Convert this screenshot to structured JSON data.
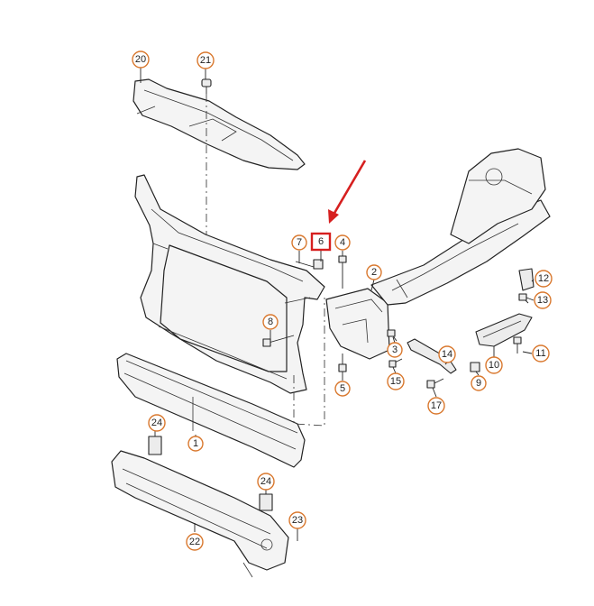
{
  "diagram": {
    "highlight": {
      "number": "6",
      "color": "#d61f1f"
    },
    "callout_color": "#d9782e",
    "callouts": [
      {
        "id": "c20",
        "text": "20"
      },
      {
        "id": "c21",
        "text": "21"
      },
      {
        "id": "c7",
        "text": "7"
      },
      {
        "id": "c4",
        "text": "4"
      },
      {
        "id": "c2",
        "text": "2"
      },
      {
        "id": "c8",
        "text": "8"
      },
      {
        "id": "c3",
        "text": "3"
      },
      {
        "id": "c14",
        "text": "14"
      },
      {
        "id": "c15",
        "text": "15"
      },
      {
        "id": "c17",
        "text": "17"
      },
      {
        "id": "c5",
        "text": "5"
      },
      {
        "id": "c9",
        "text": "9"
      },
      {
        "id": "c10",
        "text": "10"
      },
      {
        "id": "c11",
        "text": "11"
      },
      {
        "id": "c12",
        "text": "12"
      },
      {
        "id": "c13",
        "text": "13"
      },
      {
        "id": "c24a",
        "text": "24"
      },
      {
        "id": "c24b",
        "text": "24"
      },
      {
        "id": "c1",
        "text": "1"
      },
      {
        "id": "c22",
        "text": "22"
      },
      {
        "id": "c23",
        "text": "23"
      }
    ]
  }
}
